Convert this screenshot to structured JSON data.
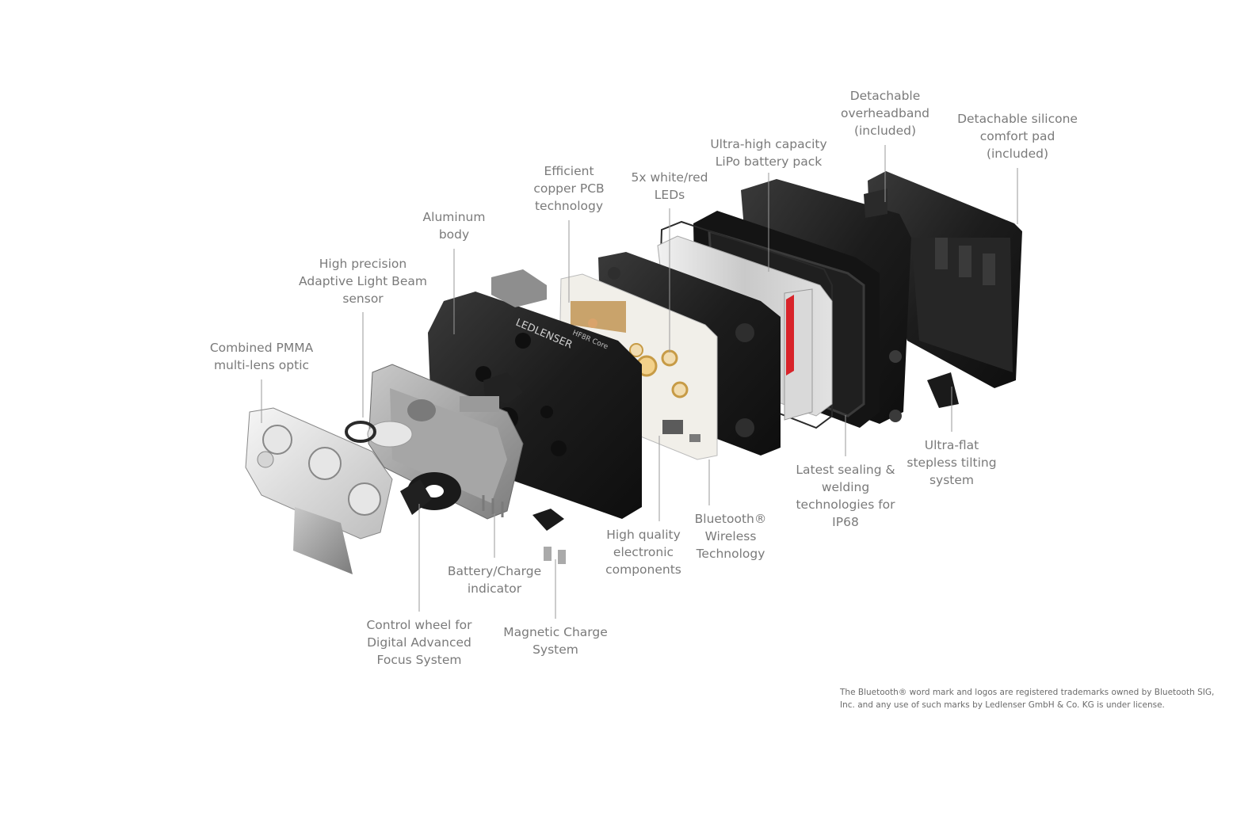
{
  "colors": {
    "label_text": "#7a7a7a",
    "leader_line": "#9a9a9a",
    "body_dark": "#1e1e1e",
    "body_grey": "#8e8e8e",
    "battery_accent": "#d8232a",
    "pcb_copper": "#c9a36b"
  },
  "product_marks": {
    "brand": "LEDLENSER",
    "model": "HF8R Core"
  },
  "labels": {
    "combined_pmma": {
      "lines": [
        "Combined PMMA",
        "multi-lens optic"
      ]
    },
    "high_precision": {
      "lines": [
        "High precision",
        "Adaptive Light Beam",
        "sensor"
      ]
    },
    "aluminum_body": {
      "lines": [
        "Aluminum",
        "body"
      ]
    },
    "efficient_pcb": {
      "lines": [
        "Efficient",
        "copper PCB",
        "technology"
      ]
    },
    "leds": {
      "lines": [
        "5x white/red",
        "LEDs"
      ]
    },
    "battery_pack": {
      "lines": [
        "Ultra-high capacity",
        "LiPo battery pack"
      ]
    },
    "overheadband": {
      "lines": [
        "Detachable",
        "overheadband",
        "(included)"
      ]
    },
    "silicone_pad": {
      "lines": [
        "Detachable silicone",
        "comfort pad",
        "(included)"
      ]
    },
    "tilting_system": {
      "lines": [
        "Ultra-flat",
        "stepless tilting",
        "system"
      ]
    },
    "sealing": {
      "lines": [
        "Latest sealing &",
        "welding",
        "technologies for",
        "IP68"
      ]
    },
    "bluetooth": {
      "lines": [
        "Bluetooth®",
        "Wireless",
        "Technology"
      ]
    },
    "electronic_components": {
      "lines": [
        "High quality",
        "electronic",
        "components"
      ]
    },
    "battery_indicator": {
      "lines": [
        "Battery/Charge",
        "indicator"
      ]
    },
    "magnetic_charge": {
      "lines": [
        "Magnetic Charge",
        "System"
      ]
    },
    "control_wheel": {
      "lines": [
        "Control wheel for",
        "Digital Advanced",
        "Focus System"
      ]
    }
  },
  "footnote": {
    "line1": "The Bluetooth® word mark and logos are registered trademarks owned by Bluetooth SIG,",
    "line2": "Inc. and any use of such marks by Ledlenser GmbH & Co. KG is under license."
  }
}
